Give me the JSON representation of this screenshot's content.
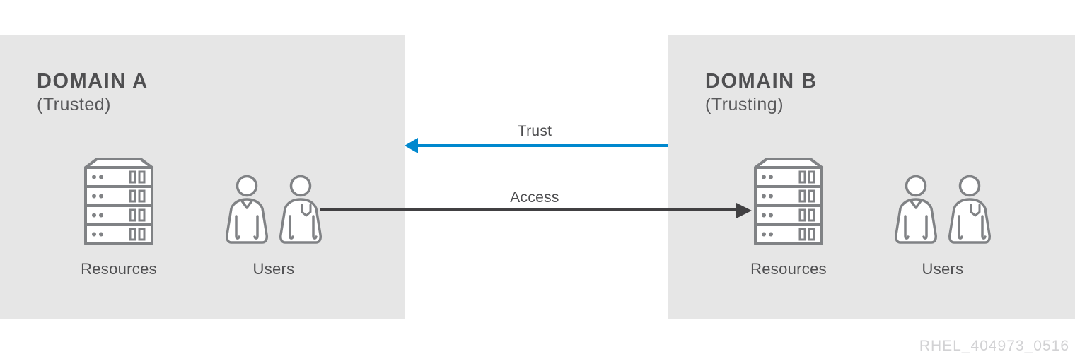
{
  "diagram": {
    "watermark": "RHEL_404973_0516"
  },
  "colors": {
    "box_background": "#e6e6e6",
    "title_text": "#4f4f51",
    "label_text": "#4d4d4f",
    "icon_stroke": "#808285",
    "trust_arrow": "#0088ce",
    "access_arrow": "#414042",
    "watermark_text": "#d2d2d4"
  },
  "domain_a": {
    "title": "DOMAIN A",
    "subtitle": "(Trusted)",
    "resources_label": "Resources",
    "users_label": "Users"
  },
  "domain_b": {
    "title": "DOMAIN B",
    "subtitle": "(Trusting)",
    "resources_label": "Resources",
    "users_label": "Users"
  },
  "arrows": {
    "trust": {
      "label": "Trust",
      "direction": "left",
      "color": "#0088ce"
    },
    "access": {
      "label": "Access",
      "direction": "right",
      "color": "#414042"
    }
  },
  "icons": {
    "resources": "server-stack-icon",
    "users": "two-users-icon"
  }
}
